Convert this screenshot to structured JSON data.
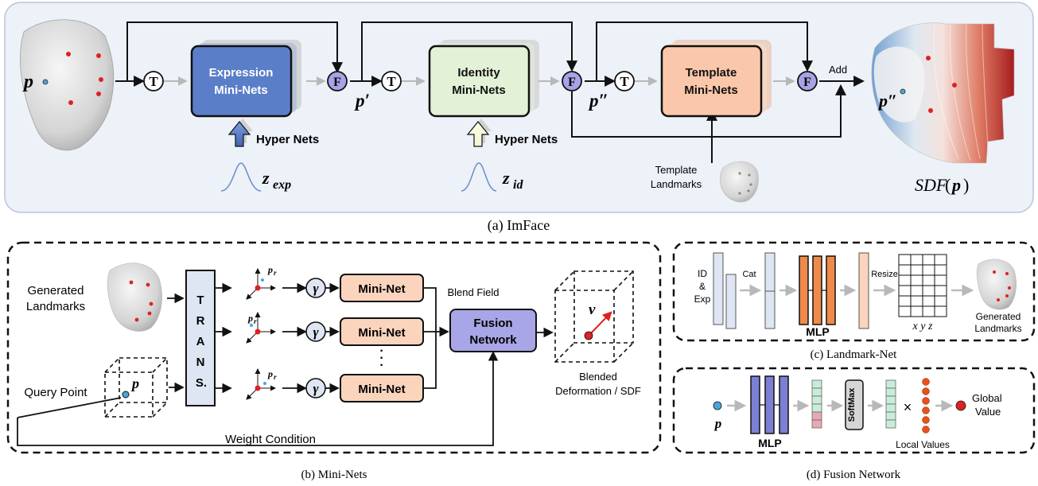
{
  "panel_a": {
    "caption": "(a) ImFace",
    "point_p": "p",
    "point_p1": "p′",
    "point_p2": "p″",
    "point_p_out": "p″",
    "t_symbol": "T",
    "f_symbol": "F",
    "expression_line1": "Expression",
    "expression_line2": "Mini-Nets",
    "identity_line1": "Identity",
    "identity_line2": "Mini-Nets",
    "template_line1": "Template",
    "template_line2": "Mini-Nets",
    "hyper_nets_1": "Hyper Nets",
    "hyper_nets_2": "Hyper Nets",
    "z_exp_base": "z",
    "z_exp_sub": "exp",
    "z_id_base": "z",
    "z_id_sub": "id",
    "add_label": "Add",
    "template_landmarks_1": "Template",
    "template_landmarks_2": "Landmarks",
    "sdf_prefix": "SDF",
    "sdf_open": "(",
    "sdf_arg": "p",
    "sdf_close": ")"
  },
  "panel_b": {
    "caption": "(b) Mini-Nets",
    "generated_landmarks_1": "Generated",
    "generated_landmarks_2": "Landmarks",
    "query_point": "Query Point",
    "trans_letters": [
      "T",
      "R",
      "A",
      "N",
      "S."
    ],
    "pr_label": "p",
    "pr_sub": "r",
    "gamma": "γ",
    "mini_net": "Mini-Net",
    "blend_field": "Blend Field",
    "fusion_line1": "Fusion",
    "fusion_line2": "Network",
    "v_label": "v",
    "query_p": "p",
    "blended_1": "Blended",
    "blended_2": "Deformation / SDF",
    "weight_condition": "Weight Condition",
    "dots": "·"
  },
  "panel_c": {
    "caption": "(c) Landmark-Net",
    "id_line1": "ID",
    "id_line2": "&",
    "id_line3": "Exp",
    "cat": "Cat",
    "mlp": "MLP",
    "resize": "Resize",
    "xyz": "x y z",
    "generated_1": "Generated",
    "generated_2": "Landmarks"
  },
  "panel_d": {
    "caption": "(d) Fusion Network",
    "p": "p",
    "mlp": "MLP",
    "softmax": "SoftMax",
    "times": "×",
    "local_values": "Local Values",
    "global_1": "Global",
    "global_2": "Value"
  },
  "colors": {
    "expression_fill": "#5b7ec8",
    "identity_fill": "#e3f1d6",
    "template_fill": "#fbc7ab",
    "mininet_fill": "#fbd4bd",
    "fusion_fill": "#a8a6e6",
    "trans_fill": "#dfe6f3",
    "mlp_orange": "#f08a4a",
    "mlp_purple": "#7d7fd6",
    "panel_a_bg": "#edf1f8",
    "f_circle": "#a6a4e6"
  }
}
